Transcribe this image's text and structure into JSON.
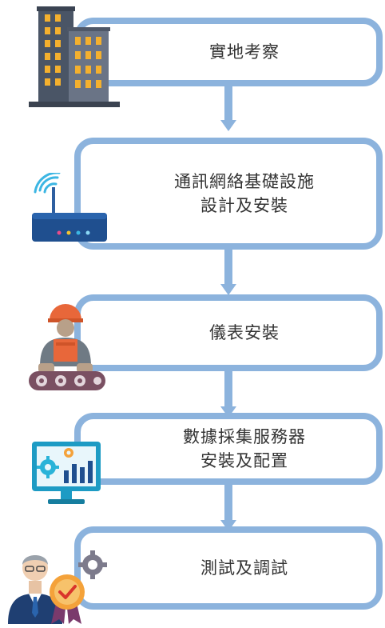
{
  "steps": [
    {
      "lines": [
        "實地考察"
      ],
      "icon": "building-icon"
    },
    {
      "lines": [
        "通訊網絡基礎設施",
        "設計及安裝"
      ],
      "icon": "router-icon"
    },
    {
      "lines": [
        "儀表安裝"
      ],
      "icon": "worker-icon"
    },
    {
      "lines": [
        "數據採集服務器",
        "安裝及配置"
      ],
      "icon": "monitor-chart-icon"
    },
    {
      "lines": [
        "測試及調試"
      ],
      "icon": "engineer-badge-icon"
    }
  ],
  "colors": {
    "connector": "#8cb3dd",
    "box_border": "#8cb3dd",
    "text": "#333333"
  }
}
